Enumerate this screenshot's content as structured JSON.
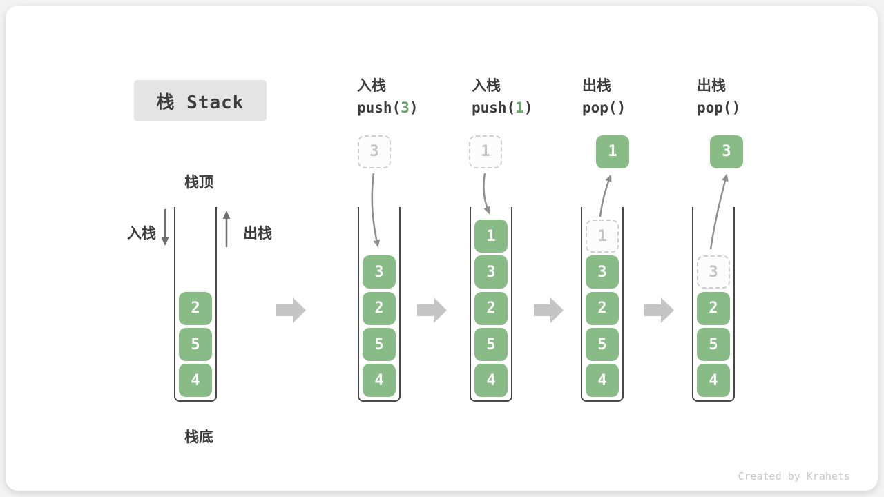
{
  "title": "栈 Stack",
  "watermark": "Created by Krahets",
  "first_stack_labels": {
    "top": "栈顶",
    "bottom": "栈底",
    "push": "入栈",
    "pop": "出栈"
  },
  "colors": {
    "cell_green": "#88bb86",
    "code_arg_green": "#69a569",
    "ink": "#3c3c3c",
    "curved_arrow_gray": "#8f8f8f",
    "block_arrow_gray": "#c5c5c5",
    "dashed_border": "#cfcfcf",
    "dashed_text": "#c3c3c3",
    "title_bg": "#e4e4e4",
    "watermark_gray": "#c9c9c9"
  },
  "states": [
    {
      "cells": [
        {
          "value": "2",
          "row": 2,
          "variant": "solid"
        },
        {
          "value": "5",
          "row": 3,
          "variant": "solid"
        },
        {
          "value": "4",
          "row": 4,
          "variant": "solid"
        }
      ]
    },
    {
      "op": {
        "cn": "入栈",
        "pre": "push(",
        "arg": "3",
        "post": ")"
      },
      "floating": {
        "value": "3",
        "variant": "dashed"
      },
      "arrow": "in",
      "cells": [
        {
          "value": "3",
          "row": 1,
          "variant": "solid"
        },
        {
          "value": "2",
          "row": 2,
          "variant": "solid"
        },
        {
          "value": "5",
          "row": 3,
          "variant": "solid"
        },
        {
          "value": "4",
          "row": 4,
          "variant": "solid"
        }
      ]
    },
    {
      "op": {
        "cn": "入栈",
        "pre": "push(",
        "arg": "1",
        "post": ")"
      },
      "floating": {
        "value": "1",
        "variant": "dashed"
      },
      "arrow": "in",
      "cells": [
        {
          "value": "1",
          "row": 0,
          "variant": "solid"
        },
        {
          "value": "3",
          "row": 1,
          "variant": "solid"
        },
        {
          "value": "2",
          "row": 2,
          "variant": "solid"
        },
        {
          "value": "5",
          "row": 3,
          "variant": "solid"
        },
        {
          "value": "4",
          "row": 4,
          "variant": "solid"
        }
      ]
    },
    {
      "op": {
        "cn": "出栈",
        "pre": "pop()",
        "arg": "",
        "post": ""
      },
      "floating": {
        "value": "1",
        "variant": "solid"
      },
      "arrow": "out",
      "cells": [
        {
          "value": "1",
          "row": 0,
          "variant": "dashed"
        },
        {
          "value": "3",
          "row": 1,
          "variant": "solid"
        },
        {
          "value": "2",
          "row": 2,
          "variant": "solid"
        },
        {
          "value": "5",
          "row": 3,
          "variant": "solid"
        },
        {
          "value": "4",
          "row": 4,
          "variant": "solid"
        }
      ]
    },
    {
      "op": {
        "cn": "出栈",
        "pre": "pop()",
        "arg": "",
        "post": ""
      },
      "floating": {
        "value": "3",
        "variant": "solid"
      },
      "arrow": "out",
      "cells": [
        {
          "value": "3",
          "row": 1,
          "variant": "dashed"
        },
        {
          "value": "2",
          "row": 2,
          "variant": "solid"
        },
        {
          "value": "5",
          "row": 3,
          "variant": "solid"
        },
        {
          "value": "4",
          "row": 4,
          "variant": "solid"
        }
      ]
    }
  ]
}
